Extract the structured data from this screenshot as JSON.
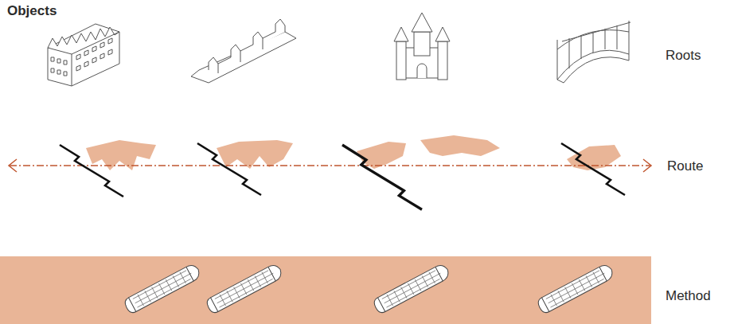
{
  "diagram": {
    "title": "Objects",
    "labels": [
      "Roots",
      "Route",
      "Method"
    ]
  }
}
